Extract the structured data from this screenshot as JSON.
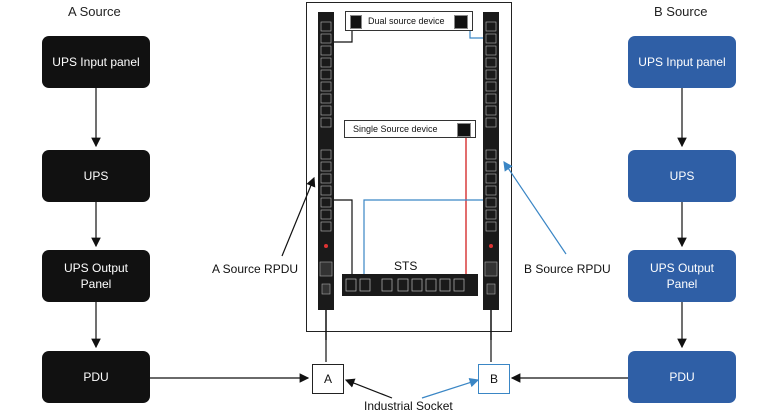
{
  "a_source": {
    "title": "A Source",
    "boxes": [
      "UPS Input panel",
      "UPS",
      "UPS Output Panel",
      "PDU"
    ]
  },
  "b_source": {
    "title": "B Source",
    "boxes": [
      "UPS Input panel",
      "UPS",
      "UPS Output Panel",
      "PDU"
    ]
  },
  "rack": {
    "dual_device_label": "Dual source device",
    "single_device_label": "Single Source device",
    "sts_label": "STS"
  },
  "labels": {
    "a_rpdu": "A Source RPDU",
    "b_rpdu": "B Source RPDU",
    "industrial_socket": "Industrial Socket"
  },
  "sockets": {
    "a": "A",
    "b": "B"
  },
  "colors": {
    "a_box": "#111111",
    "b_box": "#2f5fa6",
    "red_line": "#d62f2f",
    "blue_line": "#3a86c5"
  }
}
